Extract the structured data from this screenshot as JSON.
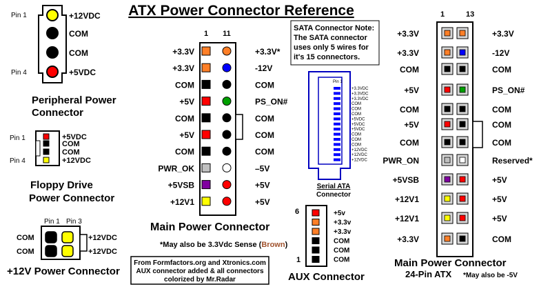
{
  "title": "ATX Power Connector Reference",
  "colors": {
    "orange": "#ff7f27",
    "blue": "#0000ff",
    "black": "#000000",
    "red": "#ff0000",
    "green": "#00a000",
    "gray": "#c0c0c0",
    "white": "#ffffff",
    "purple": "#8000a0",
    "yellow": "#ffff00",
    "brown": "#a0522d"
  },
  "peripheral": {
    "title": [
      "Peripheral Power",
      "Connector"
    ],
    "pin1": "Pin 1",
    "pin4": "Pin 4",
    "pins": [
      {
        "label": "+12VDC",
        "color": "yellow"
      },
      {
        "label": "COM",
        "color": "black"
      },
      {
        "label": "COM",
        "color": "black"
      },
      {
        "label": "+5VDC",
        "color": "red"
      }
    ]
  },
  "floppy": {
    "title": [
      "Floppy Drive",
      "Power Connector"
    ],
    "pin1": "Pin 1",
    "pin4": "Pin 4",
    "pins": [
      {
        "label": "+5VDC",
        "color": "red"
      },
      {
        "label": "COM",
        "color": "black"
      },
      {
        "label": "COM",
        "color": "black"
      },
      {
        "label": "+12VDC",
        "color": "yellow"
      }
    ]
  },
  "p12v": {
    "title": "+12V Power Connector",
    "pin1": "Pin 1",
    "pin3": "Pin 3",
    "left": [
      "COM",
      "COM"
    ],
    "right": [
      "+12VDC",
      "+12VDC"
    ]
  },
  "main20": {
    "title": "Main Power Connector",
    "col_left": "1",
    "col_right": "11",
    "note_pre": "*May also be 3.3Vdc Sense (",
    "note_brown": "Brown",
    "note_post": ")",
    "rows": [
      {
        "l": "+3.3V",
        "lc": "orange",
        "r": "+3.3V*",
        "rc": "orange"
      },
      {
        "l": "+3.3V",
        "lc": "orange",
        "r": "-12V",
        "rc": "blue"
      },
      {
        "l": "COM",
        "lc": "black",
        "r": "COM",
        "rc": "black"
      },
      {
        "l": "+5V",
        "lc": "red",
        "r": "PS_ON#",
        "rc": "green"
      },
      {
        "l": "COM",
        "lc": "black",
        "r": "COM",
        "rc": "black"
      },
      {
        "l": "+5V",
        "lc": "red",
        "r": "COM",
        "rc": "black"
      },
      {
        "l": "COM",
        "lc": "black",
        "r": "COM",
        "rc": "black"
      },
      {
        "l": "PWR_OK",
        "lc": "gray",
        "r": "–5V",
        "rc": "white"
      },
      {
        "l": "+5VSB",
        "lc": "purple",
        "r": "+5V",
        "rc": "red"
      },
      {
        "l": "+12V1",
        "lc": "yellow",
        "r": "+5V",
        "rc": "red"
      }
    ]
  },
  "sata": {
    "note": [
      "SATA Connector Note:",
      "The SATA connector",
      "uses only 5 wires for",
      "it's 15 connectors."
    ],
    "pin1": "Pin 1",
    "pins": [
      "+3.3VDC",
      "+3.3VDC",
      "+3.3VDC",
      "COM",
      "COM",
      "COM",
      "+5VDC",
      "+5VDC",
      "+5VDC",
      "COM",
      "COM",
      "COM",
      "+12VDC",
      "+12VDC",
      "+12VDC"
    ],
    "title": [
      "Serial ATA",
      "Connector"
    ]
  },
  "credit": [
    "From Formfactors.org and Xtronics.com",
    "AUX connector added & all connectors",
    "colorized by Mr.Radar"
  ],
  "aux": {
    "title": "AUX Connector",
    "pin6": "6",
    "pin1": "1",
    "pins": [
      {
        "label": "+5v",
        "color": "red"
      },
      {
        "label": "+3.3v",
        "color": "orange"
      },
      {
        "label": "+3.3v",
        "color": "orange"
      },
      {
        "label": "COM",
        "color": "black"
      },
      {
        "label": "COM",
        "color": "black"
      },
      {
        "label": "COM",
        "color": "black"
      }
    ]
  },
  "main24": {
    "title": "Main Power Connector",
    "subtitle": "24-Pin ATX",
    "col_left": "1",
    "col_right": "13",
    "note": "*May also be -5V",
    "left": [
      {
        "label": "+3.3V",
        "color": "orange"
      },
      {
        "label": "+3.3V",
        "color": "orange"
      },
      {
        "label": "COM",
        "color": "black"
      },
      {
        "label": "+5V",
        "color": "red"
      },
      {
        "label": "COM",
        "color": "black"
      },
      {
        "label": "+5V",
        "color": "red"
      },
      {
        "label": "COM",
        "color": "black"
      },
      {
        "label": "PWR_ON",
        "color": "gray"
      },
      {
        "label": "+5VSB",
        "color": "purple"
      },
      {
        "label": "+12V1",
        "color": "yellow"
      },
      {
        "label": "+12V1",
        "color": "yellow"
      },
      {
        "label": "+3.3V",
        "color": "orange"
      }
    ],
    "right": [
      {
        "label": "+3.3V",
        "color": "orange"
      },
      {
        "label": "-12V",
        "color": "blue"
      },
      {
        "label": "COM",
        "color": "black"
      },
      {
        "label": "PS_ON#",
        "color": "green"
      },
      {
        "label": "COM",
        "color": "black"
      },
      {
        "label": "COM",
        "color": "black"
      },
      {
        "label": "COM",
        "color": "black"
      },
      {
        "label": "Reserved*",
        "color": "white"
      },
      {
        "label": "+5V",
        "color": "red"
      },
      {
        "label": "+5V",
        "color": "red"
      },
      {
        "label": "+5V",
        "color": "red"
      },
      {
        "label": "COM",
        "color": "black"
      }
    ]
  }
}
